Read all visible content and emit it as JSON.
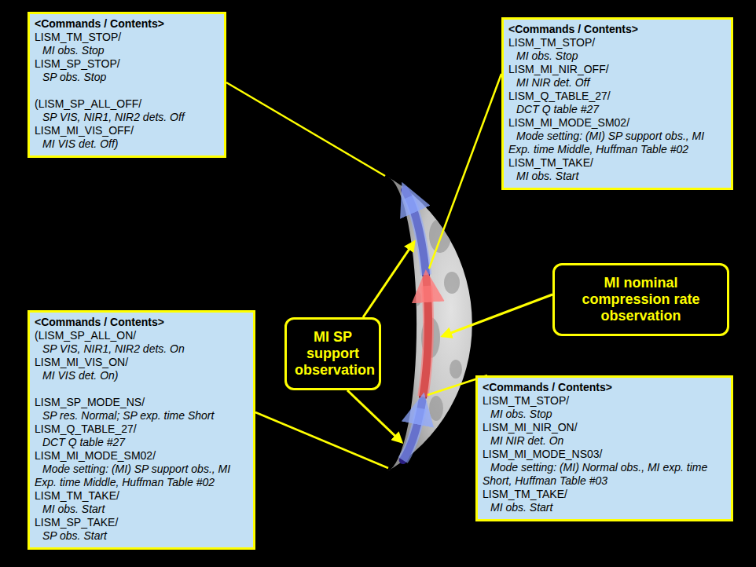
{
  "diagram": {
    "nodes": [
      {
        "text": [
          "<Commands / Contents>",
          "LISM_TM_STOP/",
          "MI obs. Stop",
          "LISM_SP_STOP/",
          "SP obs. Stop",
          "(LISM_SP_ALL_OFF/",
          "SP VIS, NIR1, NIR2 dets. Off",
          "LISM_MI_VIS_OFF/",
          "MI VIS det. Off)"
        ]
      },
      {
        "text": [
          "<Commands / Contents>",
          "LISM_TM_STOP/",
          "MI obs. Stop",
          "LISM_MI_NIR_OFF/",
          "MI NIR det. Off",
          "LISM_Q_TABLE_27/",
          "DCT Q table #27",
          "LISM_MI_MODE_SM02/",
          "Mode setting: (MI) SP support obs., MI Exp. time Middle, Huffman Table #02",
          "LISM_TM_TAKE/",
          "MI obs. Start"
        ]
      },
      {
        "text": [
          "MI nominal compression rate observation"
        ]
      },
      {
        "text": [
          "<Commands / Contents>",
          "(LISM_SP_ALL_ON/",
          "SP VIS, NIR1, NIR2 dets. On",
          "LISM_MI_VIS_ON/",
          "MI VIS det. On)",
          "LISM_SP_MODE_NS/",
          "SP res. Normal; SP exp. time Short",
          "LISM_Q_TABLE_27/",
          "DCT Q table #27",
          "LISM_MI_MODE_SM02/",
          "Mode setting: (MI) SP support obs., MI Exp. time Middle, Huffman Table #02",
          "LISM_TM_TAKE/",
          "MI obs. Start",
          "LISM_SP_TAKE/",
          "SP obs. Start"
        ]
      },
      {
        "text": [
          "MI SP support observation"
        ]
      },
      {
        "text": [
          "<Commands / Contents>",
          "LISM_TM_STOP/",
          "MI obs. Stop",
          "LISM_MI_NIR_ON/",
          "MI NIR det. On",
          "LISM_MI_MODE_NS03/",
          "Mode setting: (MI) Normal obs., MI exp. time Short, Huffman Table #03",
          "LISM_TM_TAKE/",
          "MI obs. Start"
        ]
      }
    ]
  }
}
